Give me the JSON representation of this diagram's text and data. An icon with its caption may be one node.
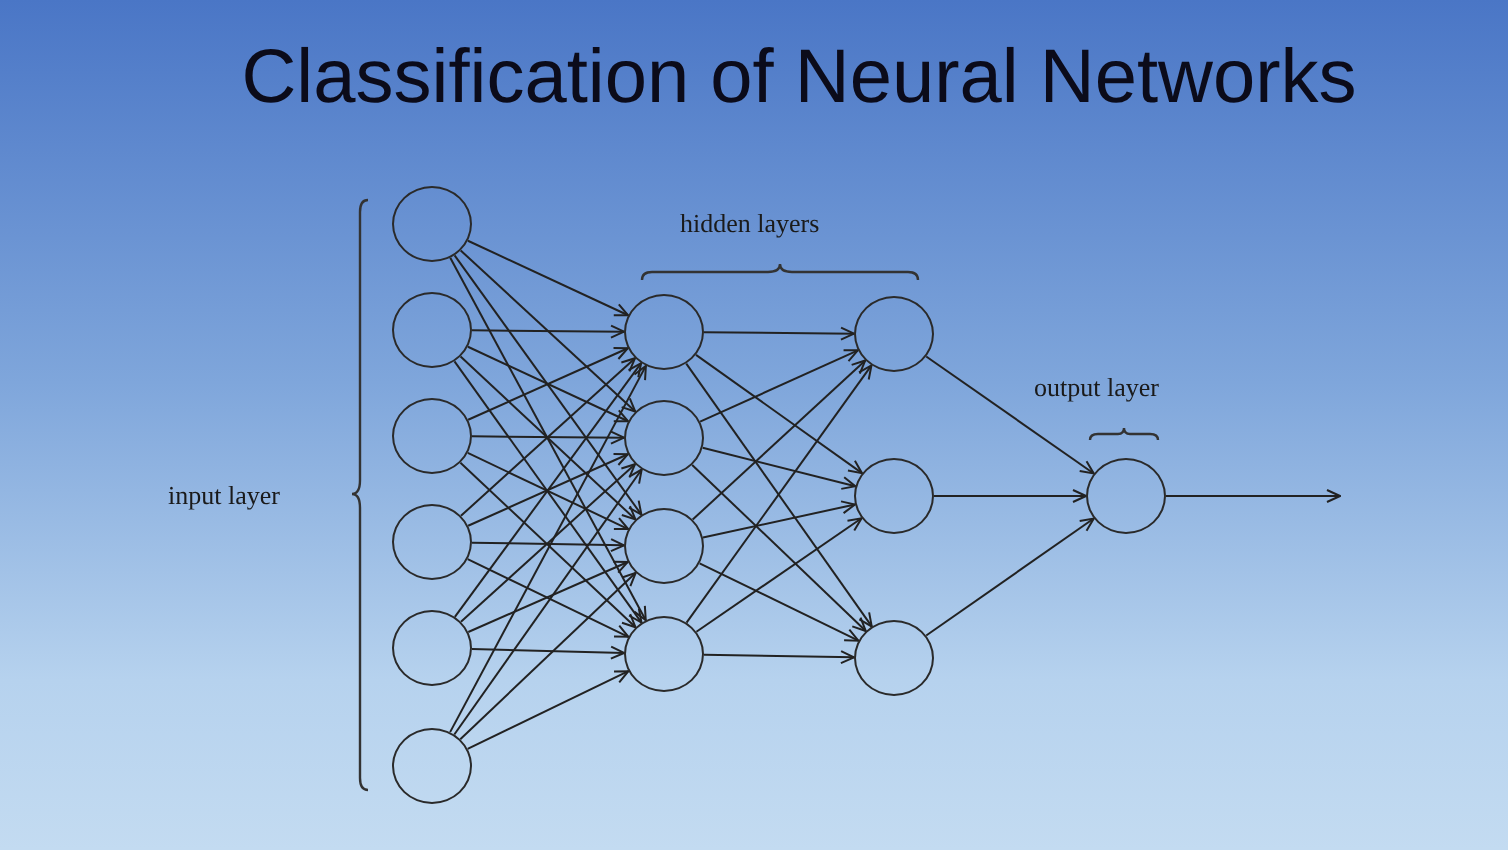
{
  "diagram": {
    "title": "Classification of Neural Networks",
    "nodes": [
      {
        "text": [],
        "shape": "circle"
      },
      {
        "text": [],
        "shape": "circle"
      },
      {
        "text": [],
        "shape": "circle"
      },
      {
        "text": [],
        "shape": "circle"
      },
      {
        "text": [],
        "shape": "circle"
      },
      {
        "text": [],
        "shape": "circle"
      },
      {
        "text": [],
        "shape": "circle"
      },
      {
        "text": [],
        "shape": "circle"
      },
      {
        "text": [],
        "shape": "circle"
      },
      {
        "text": [],
        "shape": "circle"
      },
      {
        "text": [],
        "shape": "circle"
      },
      {
        "text": [],
        "shape": "circle"
      },
      {
        "text": [],
        "shape": "circle"
      },
      {
        "text": [],
        "shape": "circle"
      }
    ],
    "edges": [
      {
        "from": 0,
        "to": 6,
        "arrow": "to"
      },
      {
        "from": 0,
        "to": 7,
        "arrow": "to"
      },
      {
        "from": 0,
        "to": 8,
        "arrow": "to"
      },
      {
        "from": 0,
        "to": 9,
        "arrow": "to"
      },
      {
        "from": 1,
        "to": 6,
        "arrow": "to"
      },
      {
        "from": 1,
        "to": 7,
        "arrow": "to"
      },
      {
        "from": 1,
        "to": 8,
        "arrow": "to"
      },
      {
        "from": 1,
        "to": 9,
        "arrow": "to"
      },
      {
        "from": 2,
        "to": 6,
        "arrow": "to"
      },
      {
        "from": 2,
        "to": 7,
        "arrow": "to"
      },
      {
        "from": 2,
        "to": 8,
        "arrow": "to"
      },
      {
        "from": 2,
        "to": 9,
        "arrow": "to"
      },
      {
        "from": 3,
        "to": 6,
        "arrow": "to"
      },
      {
        "from": 3,
        "to": 7,
        "arrow": "to"
      },
      {
        "from": 3,
        "to": 8,
        "arrow": "to"
      },
      {
        "from": 3,
        "to": 9,
        "arrow": "to"
      },
      {
        "from": 4,
        "to": 6,
        "arrow": "to"
      },
      {
        "from": 4,
        "to": 7,
        "arrow": "to"
      },
      {
        "from": 4,
        "to": 8,
        "arrow": "to"
      },
      {
        "from": 4,
        "to": 9,
        "arrow": "to"
      },
      {
        "from": 5,
        "to": 6,
        "arrow": "to"
      },
      {
        "from": 5,
        "to": 7,
        "arrow": "to"
      },
      {
        "from": 5,
        "to": 8,
        "arrow": "to"
      },
      {
        "from": 5,
        "to": 9,
        "arrow": "to"
      },
      {
        "from": 6,
        "to": 10,
        "arrow": "to"
      },
      {
        "from": 6,
        "to": 11,
        "arrow": "to"
      },
      {
        "from": 6,
        "to": 12,
        "arrow": "to"
      },
      {
        "from": 7,
        "to": 10,
        "arrow": "to"
      },
      {
        "from": 7,
        "to": 11,
        "arrow": "to"
      },
      {
        "from": 7,
        "to": 12,
        "arrow": "to"
      },
      {
        "from": 8,
        "to": 10,
        "arrow": "to"
      },
      {
        "from": 8,
        "to": 11,
        "arrow": "to"
      },
      {
        "from": 8,
        "to": 12,
        "arrow": "to"
      },
      {
        "from": 9,
        "to": 10,
        "arrow": "to"
      },
      {
        "from": 9,
        "to": 11,
        "arrow": "to"
      },
      {
        "from": 9,
        "to": 12,
        "arrow": "to"
      },
      {
        "from": 10,
        "to": 13,
        "arrow": "to"
      },
      {
        "from": 11,
        "to": 13,
        "arrow": "to"
      },
      {
        "from": 12,
        "to": 13,
        "arrow": "to"
      },
      {
        "from": 13,
        "to": null,
        "arrow": "to"
      }
    ],
    "labels": [
      "hidden layers",
      "output layer",
      "input layer"
    ]
  }
}
